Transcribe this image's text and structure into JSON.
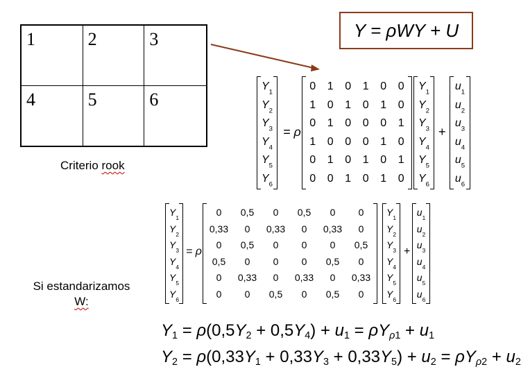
{
  "grid": {
    "cells": [
      "1",
      "2",
      "3",
      "4",
      "5",
      "6"
    ]
  },
  "caption_rook_prefix": "Criterio ",
  "caption_rook_word": "rook",
  "caption_std_line1": "Si estandarizamos",
  "caption_std_line2": "W:",
  "model_equation": "Y = ρWY + U",
  "arrow_color": "#8b3a1a",
  "matrix1": {
    "lhs": [
      "Y1",
      "Y2",
      "Y3",
      "Y4",
      "Y5",
      "Y6"
    ],
    "rho": "= ρ",
    "W": [
      [
        "0",
        "1",
        "0",
        "1",
        "0",
        "0"
      ],
      [
        "1",
        "0",
        "1",
        "0",
        "1",
        "0"
      ],
      [
        "0",
        "1",
        "0",
        "0",
        "0",
        "1"
      ],
      [
        "1",
        "0",
        "0",
        "0",
        "1",
        "0"
      ],
      [
        "0",
        "1",
        "0",
        "1",
        "0",
        "1"
      ],
      [
        "0",
        "0",
        "1",
        "0",
        "1",
        "0"
      ]
    ],
    "rhs": [
      "Y1",
      "Y2",
      "Y3",
      "Y4",
      "Y5",
      "Y6"
    ],
    "plus": "+",
    "u": [
      "u1",
      "u2",
      "u3",
      "u4",
      "u5",
      "u6"
    ]
  },
  "matrix2": {
    "lhs": [
      "Y1",
      "Y2",
      "Y3",
      "Y4",
      "Y5",
      "Y6"
    ],
    "rho": "= ρ",
    "W": [
      [
        "0",
        "0,5",
        "0",
        "0,5",
        "0",
        "0"
      ],
      [
        "0,33",
        "0",
        "0,33",
        "0",
        "0,33",
        "0"
      ],
      [
        "0",
        "0,5",
        "0",
        "0",
        "0",
        "0,5"
      ],
      [
        "0,5",
        "0",
        "0",
        "0",
        "0,5",
        "0"
      ],
      [
        "0",
        "0,33",
        "0",
        "0,33",
        "0",
        "0,33"
      ],
      [
        "0",
        "0",
        "0,5",
        "0",
        "0,5",
        "0"
      ]
    ],
    "rhs": [
      "Y1",
      "Y2",
      "Y3",
      "Y4",
      "Y5",
      "Y6"
    ],
    "plus": "+",
    "u": [
      "u1",
      "u2",
      "u3",
      "u4",
      "u5",
      "u6"
    ]
  },
  "formula1": "Y₁ = ρ(0,5Y₂ + 0,5Y₄) + u₁ = ρY_ρ1 + u₁",
  "formula2": "Y₂ = ρ(0,33Y₁ + 0,33Y₃ + 0,33Y₅) + u₂ = ρY_ρ2 + u₂"
}
